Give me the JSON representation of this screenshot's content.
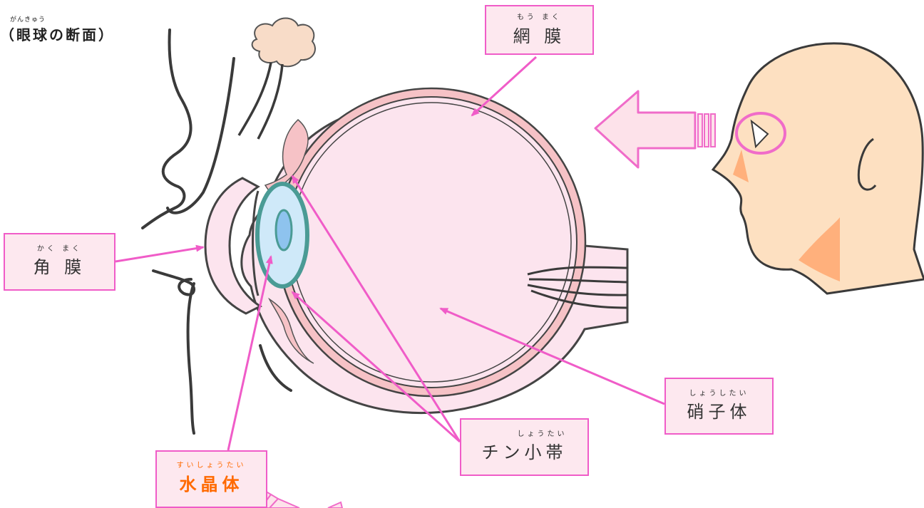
{
  "title": {
    "text": "（眼球の断面）",
    "ruby": "がんきゅう"
  },
  "labels": {
    "retina": {
      "text": "網 膜",
      "ruby": "もう まく"
    },
    "cornea": {
      "text": "角 膜",
      "ruby": "かく まく"
    },
    "vitreous": {
      "text": "硝子体",
      "ruby": "しょうしたい"
    },
    "zonule": {
      "text": "チン小帯",
      "ruby": "しょうたい"
    },
    "lens": {
      "text": "水晶体",
      "ruby": "すいしょうたい"
    }
  },
  "colors": {
    "pointer": "#f05cc8",
    "label_fill": "#fde8ef",
    "eye_fill": "#fce4ee",
    "eye_layer": "#f6c2c6",
    "lens_ring": "#4a9b95",
    "lens_fill": "#cfe9f9",
    "lens_core": "#8ec3ee",
    "skin": "#fde0c1",
    "skin_shade": "#ffb07c",
    "highlight_ring": "#f06cc9",
    "lens_label": "#ff6a00"
  }
}
